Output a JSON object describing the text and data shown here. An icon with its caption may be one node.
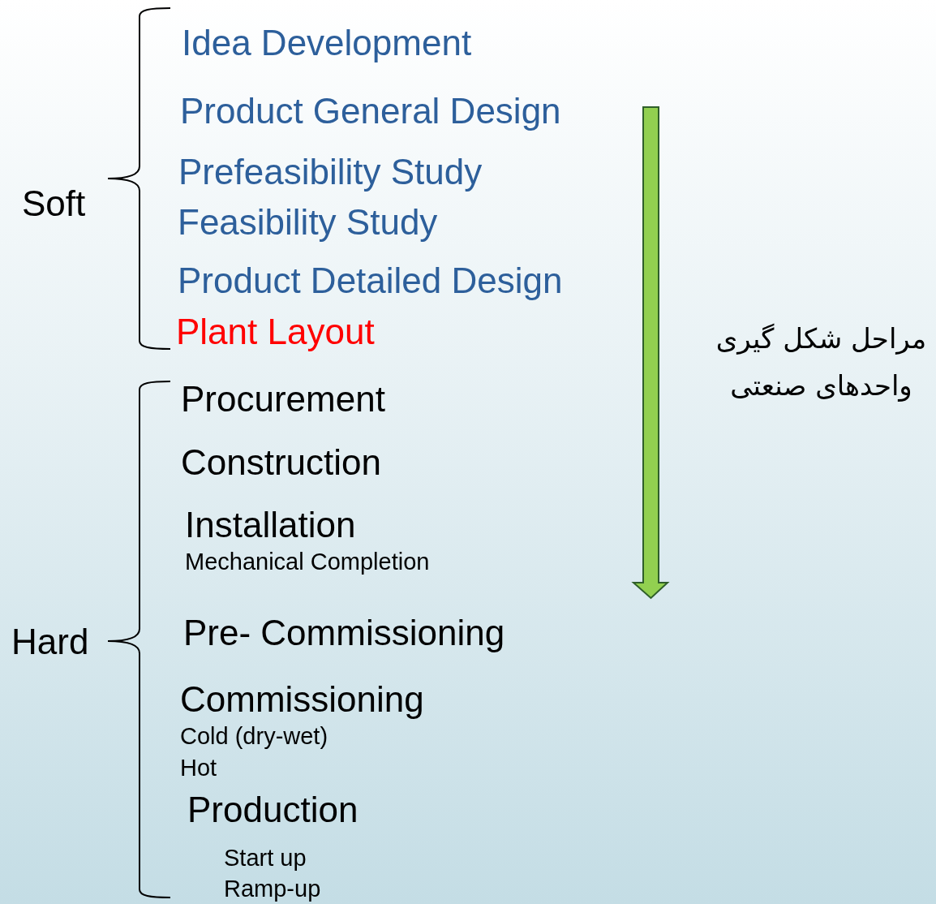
{
  "diagram": {
    "labels": [
      "Idea Development",
      "Product General Design",
      "Soft",
      "Prefeasibility Study",
      "Feasibility Study",
      "Product Detailed Design",
      "Plant Layout",
      "مراحل شکل گیری واحدهای صنعتی",
      "Procurement",
      "Construction",
      "Installation",
      "Mechanical Completion",
      "Pre- Commissioning",
      "Hard",
      "Commissioning",
      "Cold (dry-wet)",
      "Hot",
      "Production",
      "Start up",
      "Ramp-up"
    ]
  }
}
